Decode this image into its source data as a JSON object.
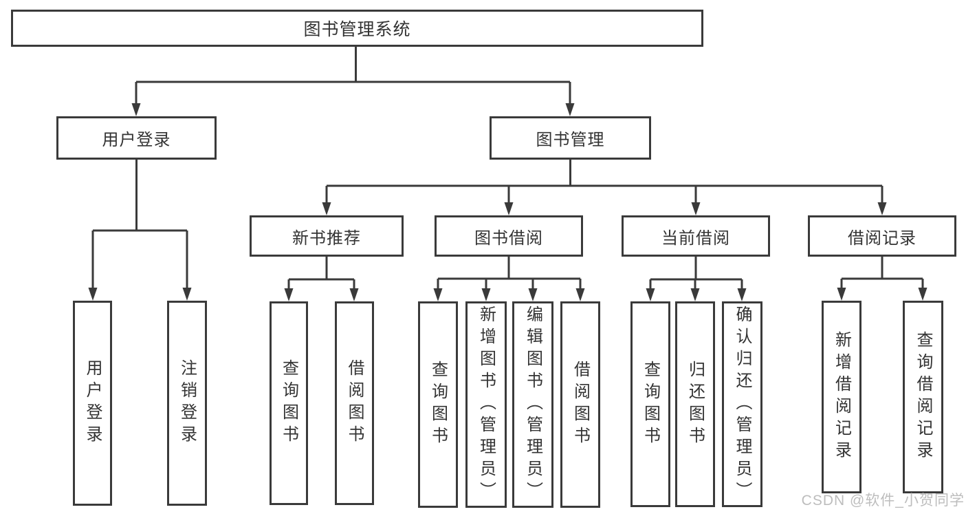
{
  "diagram": {
    "root": "图书管理系统",
    "level2": [
      {
        "label": "用户登录"
      },
      {
        "label": "图书管理"
      }
    ],
    "user_login_children": [
      {
        "label": "用户登录"
      },
      {
        "label": "注销登录"
      }
    ],
    "book_mgmt_modules": [
      {
        "label": "新书推荐",
        "children": [
          {
            "label": "查询图书"
          },
          {
            "label": "借阅图书"
          }
        ]
      },
      {
        "label": "图书借阅",
        "children": [
          {
            "label": "查询图书"
          },
          {
            "label": "新增图书（管理员）"
          },
          {
            "label": "编辑图书（管理员）"
          },
          {
            "label": "借阅图书"
          }
        ]
      },
      {
        "label": "当前借阅",
        "children": [
          {
            "label": "查询图书"
          },
          {
            "label": "归还图书"
          },
          {
            "label": "确认归还（管理员）"
          }
        ]
      },
      {
        "label": "借阅记录",
        "children": [
          {
            "label": "新增借阅记录"
          },
          {
            "label": "查询借阅记录"
          }
        ]
      }
    ]
  },
  "watermark": {
    "text": "CSDN @软件_小贺同学"
  },
  "colors": {
    "line": "#3a3a3a",
    "text": "#333333",
    "watermark": "#bdbdbd"
  }
}
